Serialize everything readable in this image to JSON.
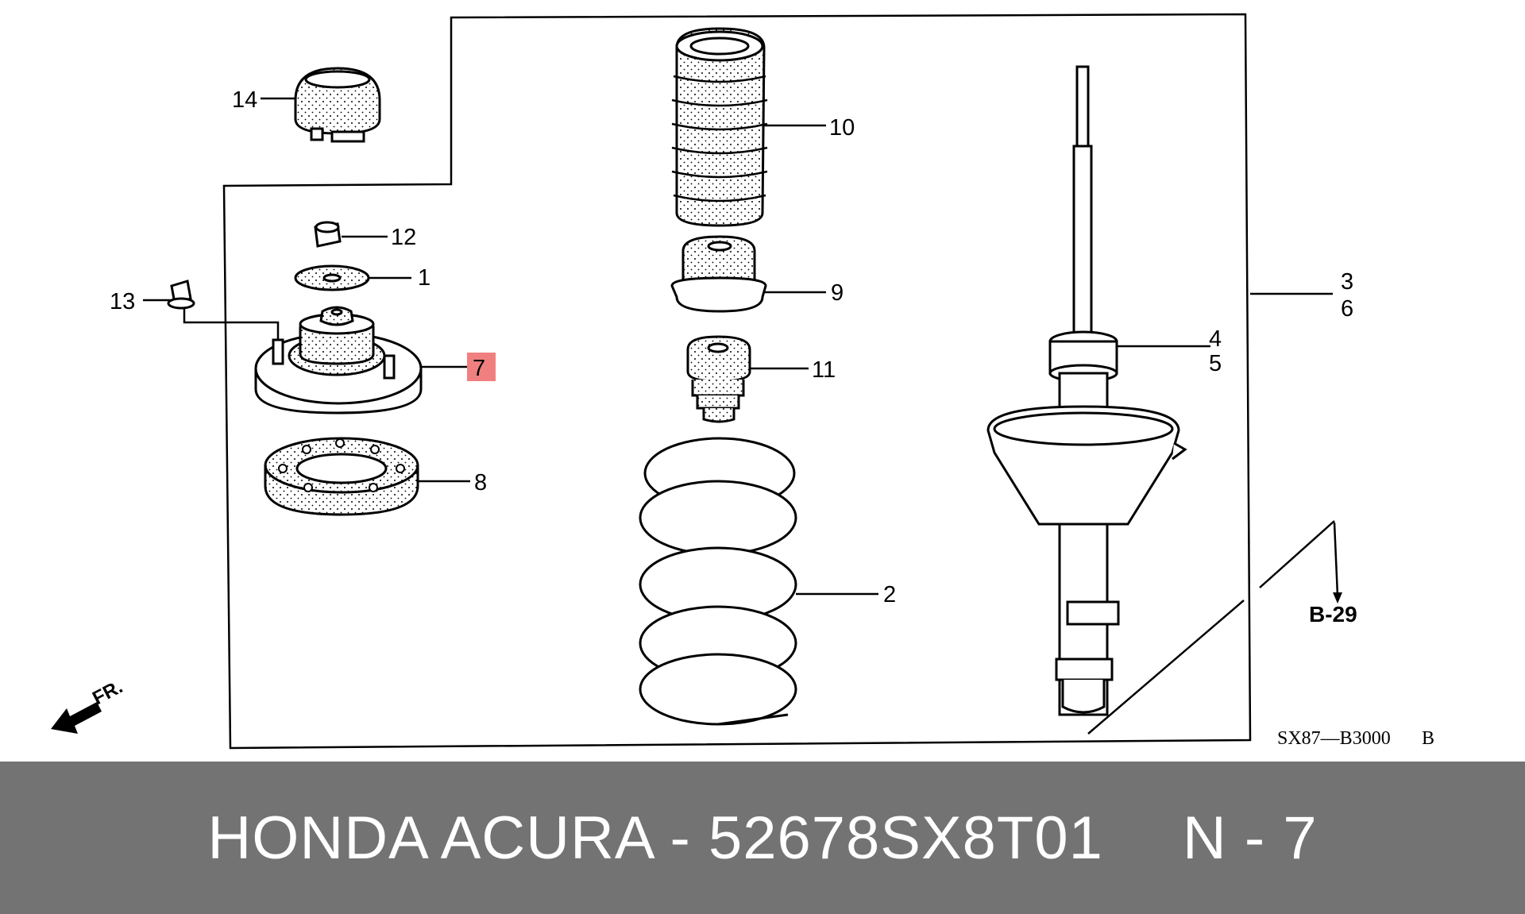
{
  "diagram": {
    "callouts": {
      "c1": "1",
      "c2": "2",
      "c3": "3",
      "c4": "4",
      "c5": "5",
      "c6": "6",
      "c7": "7",
      "c8": "8",
      "c9": "9",
      "c10": "10",
      "c11": "11",
      "c12": "12",
      "c13": "13",
      "c14": "14"
    },
    "highlighted_callout": "7",
    "reference": "B-29",
    "direction_label": "FR.",
    "drawing_code": "SX87—B3000",
    "drawing_code_suffix": "B",
    "highlight_color": "#f08080"
  },
  "footer": {
    "part_title": "HONDA ACURA - 52678SX8T01",
    "position_label": "N - 7",
    "background_color": "#737373"
  }
}
